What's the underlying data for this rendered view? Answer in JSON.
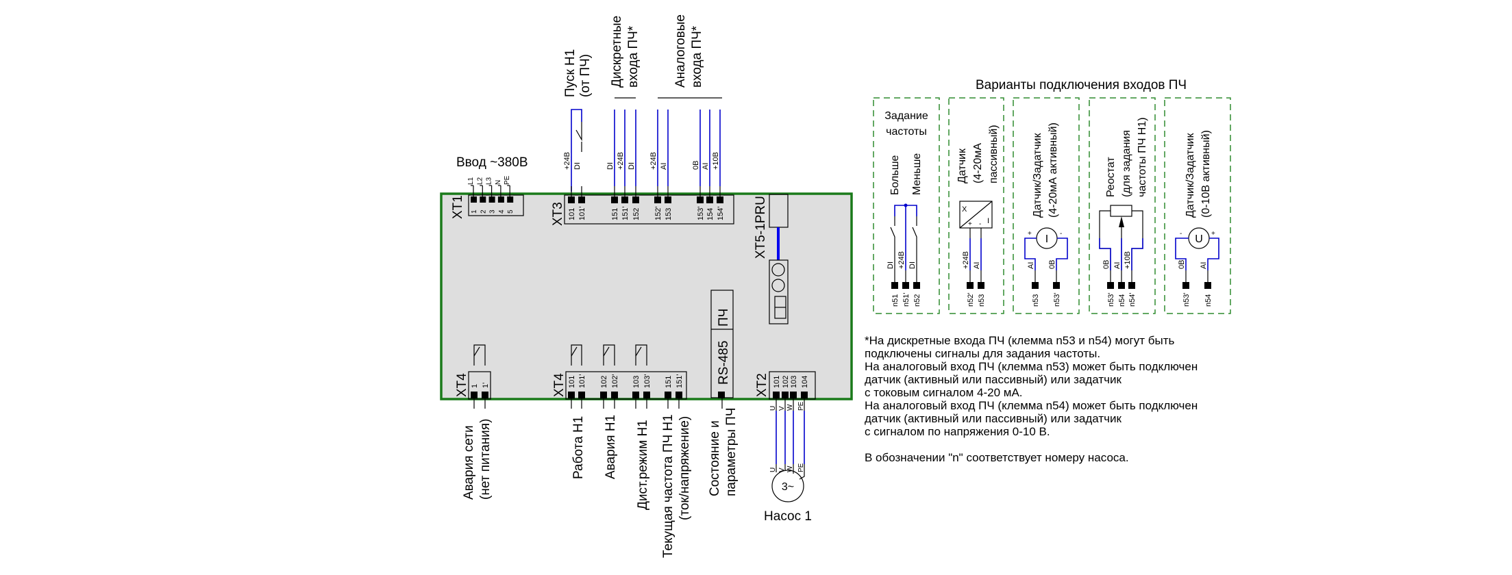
{
  "main_board": {
    "input": {
      "title": "Ввод ~380В",
      "block": "XT1",
      "phases": [
        "L1",
        "L2",
        "L3",
        "N",
        "PE"
      ],
      "pins": [
        "1",
        "2",
        "3",
        "4",
        "5"
      ]
    },
    "xt3": {
      "block": "XT3",
      "groups": [
        {
          "title": [
            "Пуск Н1",
            "(от ПЧ)"
          ]
        },
        {
          "title": [
            "Дискретные",
            "входа ПЧ*"
          ]
        },
        {
          "title": [
            "Аналоговые",
            "входа ПЧ*"
          ]
        }
      ],
      "signals": [
        "+24В",
        "DI",
        "DI",
        "+24В",
        "DI",
        "+24В",
        "AI",
        "0В",
        "AI",
        "+10В"
      ],
      "pins": [
        "101",
        "101'",
        "151",
        "151'",
        "152",
        "152'",
        "153",
        "153'",
        "154",
        "154'"
      ]
    },
    "xt5": {
      "label": "XT5-1PRU"
    },
    "pch": {
      "label": "ПЧ",
      "bus": "RS-485"
    },
    "xt4_left": {
      "block": "XT4",
      "pins": [
        "1",
        "1'"
      ],
      "label": [
        "Авария сети",
        "(нет питания)"
      ]
    },
    "xt4": {
      "block": "XT4",
      "pins": [
        "101",
        "101'",
        "102",
        "102'",
        "103",
        "103'",
        "151",
        "151'"
      ],
      "labels": [
        [
          "Работа Н1"
        ],
        [
          "Авария Н1"
        ],
        [
          "Дист.режим Н1"
        ],
        [
          "Текущая частота ПЧ Н1",
          "(ток/напряжение)"
        ]
      ]
    },
    "rs485_label": [
      "Состояние и",
      "параметры ПЧ"
    ],
    "xt2": {
      "block": "XT2",
      "pins": [
        "101",
        "102",
        "103",
        "104"
      ],
      "phases": [
        "U",
        "V",
        "W",
        "PE"
      ]
    },
    "motor": {
      "symbol": "3~",
      "label": "Насос 1"
    }
  },
  "variants": {
    "title": "Варианты подключения входов ПЧ",
    "panels": [
      {
        "title": [
          "Задание",
          "частоты"
        ],
        "sub": [
          "Больше",
          "Меньше"
        ],
        "signals": [
          "DI",
          "+24В",
          "DI"
        ],
        "pins": [
          "n51",
          "n51'",
          "n52"
        ]
      },
      {
        "title": [
          "Датчик",
          "(4-20мА",
          "пассивный)"
        ],
        "signals": [
          "+24В",
          "AI"
        ],
        "pins": [
          "n52'",
          "n53"
        ],
        "symbol": [
          "X",
          "+",
          "-",
          "I"
        ]
      },
      {
        "title": [
          "Датчик/Задатчик",
          "(4-20мА активный)"
        ],
        "signals": [
          "AI",
          "0В"
        ],
        "pins": [
          "n53",
          "n53'"
        ],
        "symbol": "I",
        "polarity": [
          "+",
          "-"
        ]
      },
      {
        "title": [
          "Реостат",
          "(для задания",
          "частоты ПЧ Н1)"
        ],
        "signals": [
          "0В",
          "AI",
          "+10В"
        ],
        "pins": [
          "n53'",
          "n54",
          "n54'"
        ]
      },
      {
        "title": [
          "Датчик/Задатчик",
          "(0-10В активный)"
        ],
        "signals": [
          "0В",
          "AI"
        ],
        "pins": [
          "n53'",
          "n54"
        ],
        "symbol": "U",
        "polarity": [
          "-",
          "+"
        ]
      }
    ]
  },
  "notes": [
    "*На дискретные входа ПЧ (клемма n53 и n54) могут быть",
    "подключены сигналы для задания частоты.",
    "На аналоговый вход ПЧ (клемма n53) может быть подключен",
    "датчик (активный или пассивный) или задатчик",
    "с токовым сигналом 4-20 мА.",
    "На аналоговый вход ПЧ (клемма n54) может быть подключен",
    "датчик (активный или пассивный) или задатчик",
    "с сигналом по напряжения 0-10 В.",
    "",
    "В обозначении \"n\" соответствует номеру насоса."
  ]
}
